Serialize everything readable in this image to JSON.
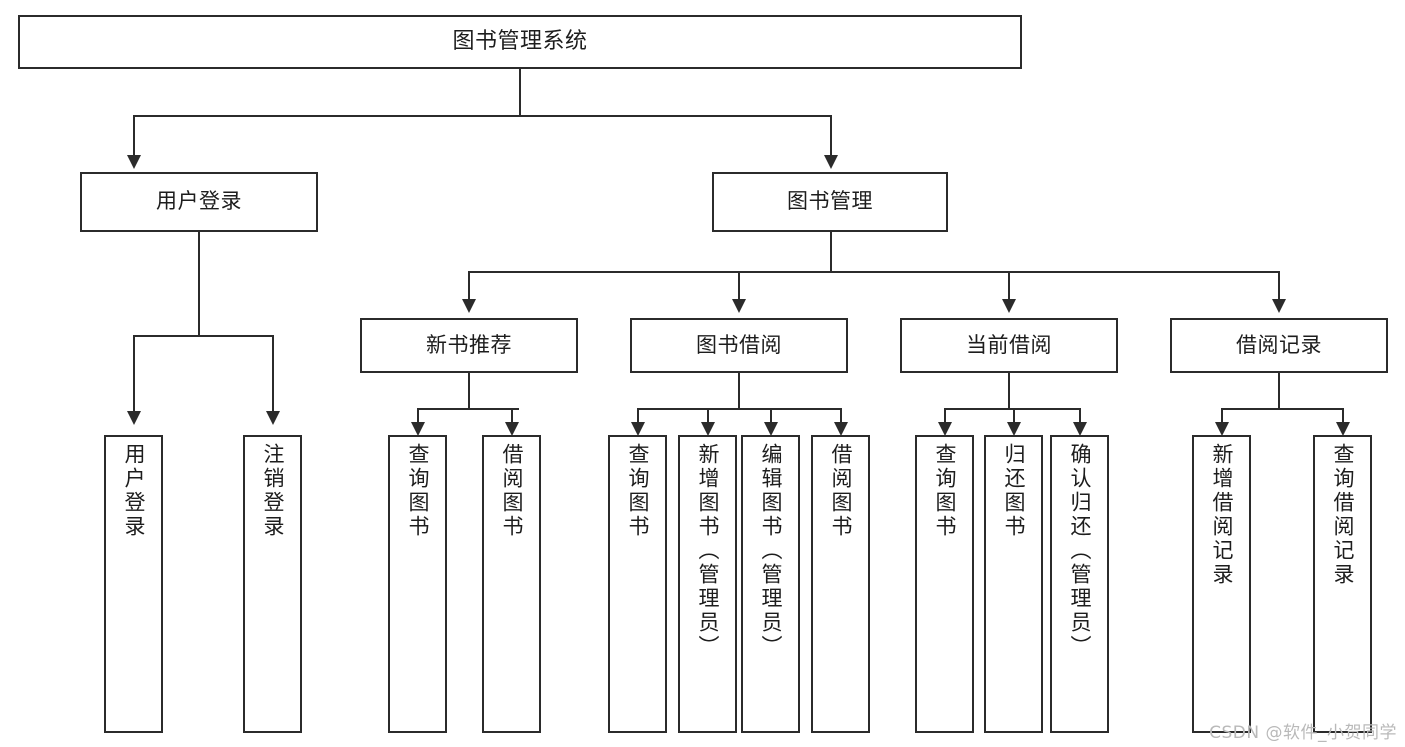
{
  "diagram": {
    "title": "图书管理系统",
    "type": "tree",
    "watermark": "CSDN @软件_小贺同学",
    "colors": {
      "box_border": "#2b2b2b",
      "box_fill": "#ffffff",
      "connector": "#2b2b2b",
      "text": "#1d1d1d",
      "watermark": "#b9b9b9",
      "background": "#ffffff"
    },
    "root": {
      "label": "图书管理系统"
    },
    "level2": [
      {
        "label": "用户登录"
      },
      {
        "label": "图书管理"
      }
    ],
    "level3": [
      {
        "label": "新书推荐"
      },
      {
        "label": "图书借阅"
      },
      {
        "label": "当前借阅"
      },
      {
        "label": "借阅记录"
      }
    ],
    "leaves": {
      "user_login": [
        {
          "label": "用户登录"
        },
        {
          "label": "注销登录"
        }
      ],
      "new_book_recommend": [
        {
          "label": "查询图书"
        },
        {
          "label": "借阅图书"
        }
      ],
      "book_borrow": [
        {
          "label": "查询图书"
        },
        {
          "label": "新增图书（管理员）"
        },
        {
          "label": "编辑图书（管理员）"
        },
        {
          "label": "借阅图书"
        }
      ],
      "current_borrow": [
        {
          "label": "查询图书"
        },
        {
          "label": "归还图书"
        },
        {
          "label": "确认归还（管理员）"
        }
      ],
      "borrow_record": [
        {
          "label": "新增借阅记录"
        },
        {
          "label": "查询借阅记录"
        }
      ]
    }
  }
}
